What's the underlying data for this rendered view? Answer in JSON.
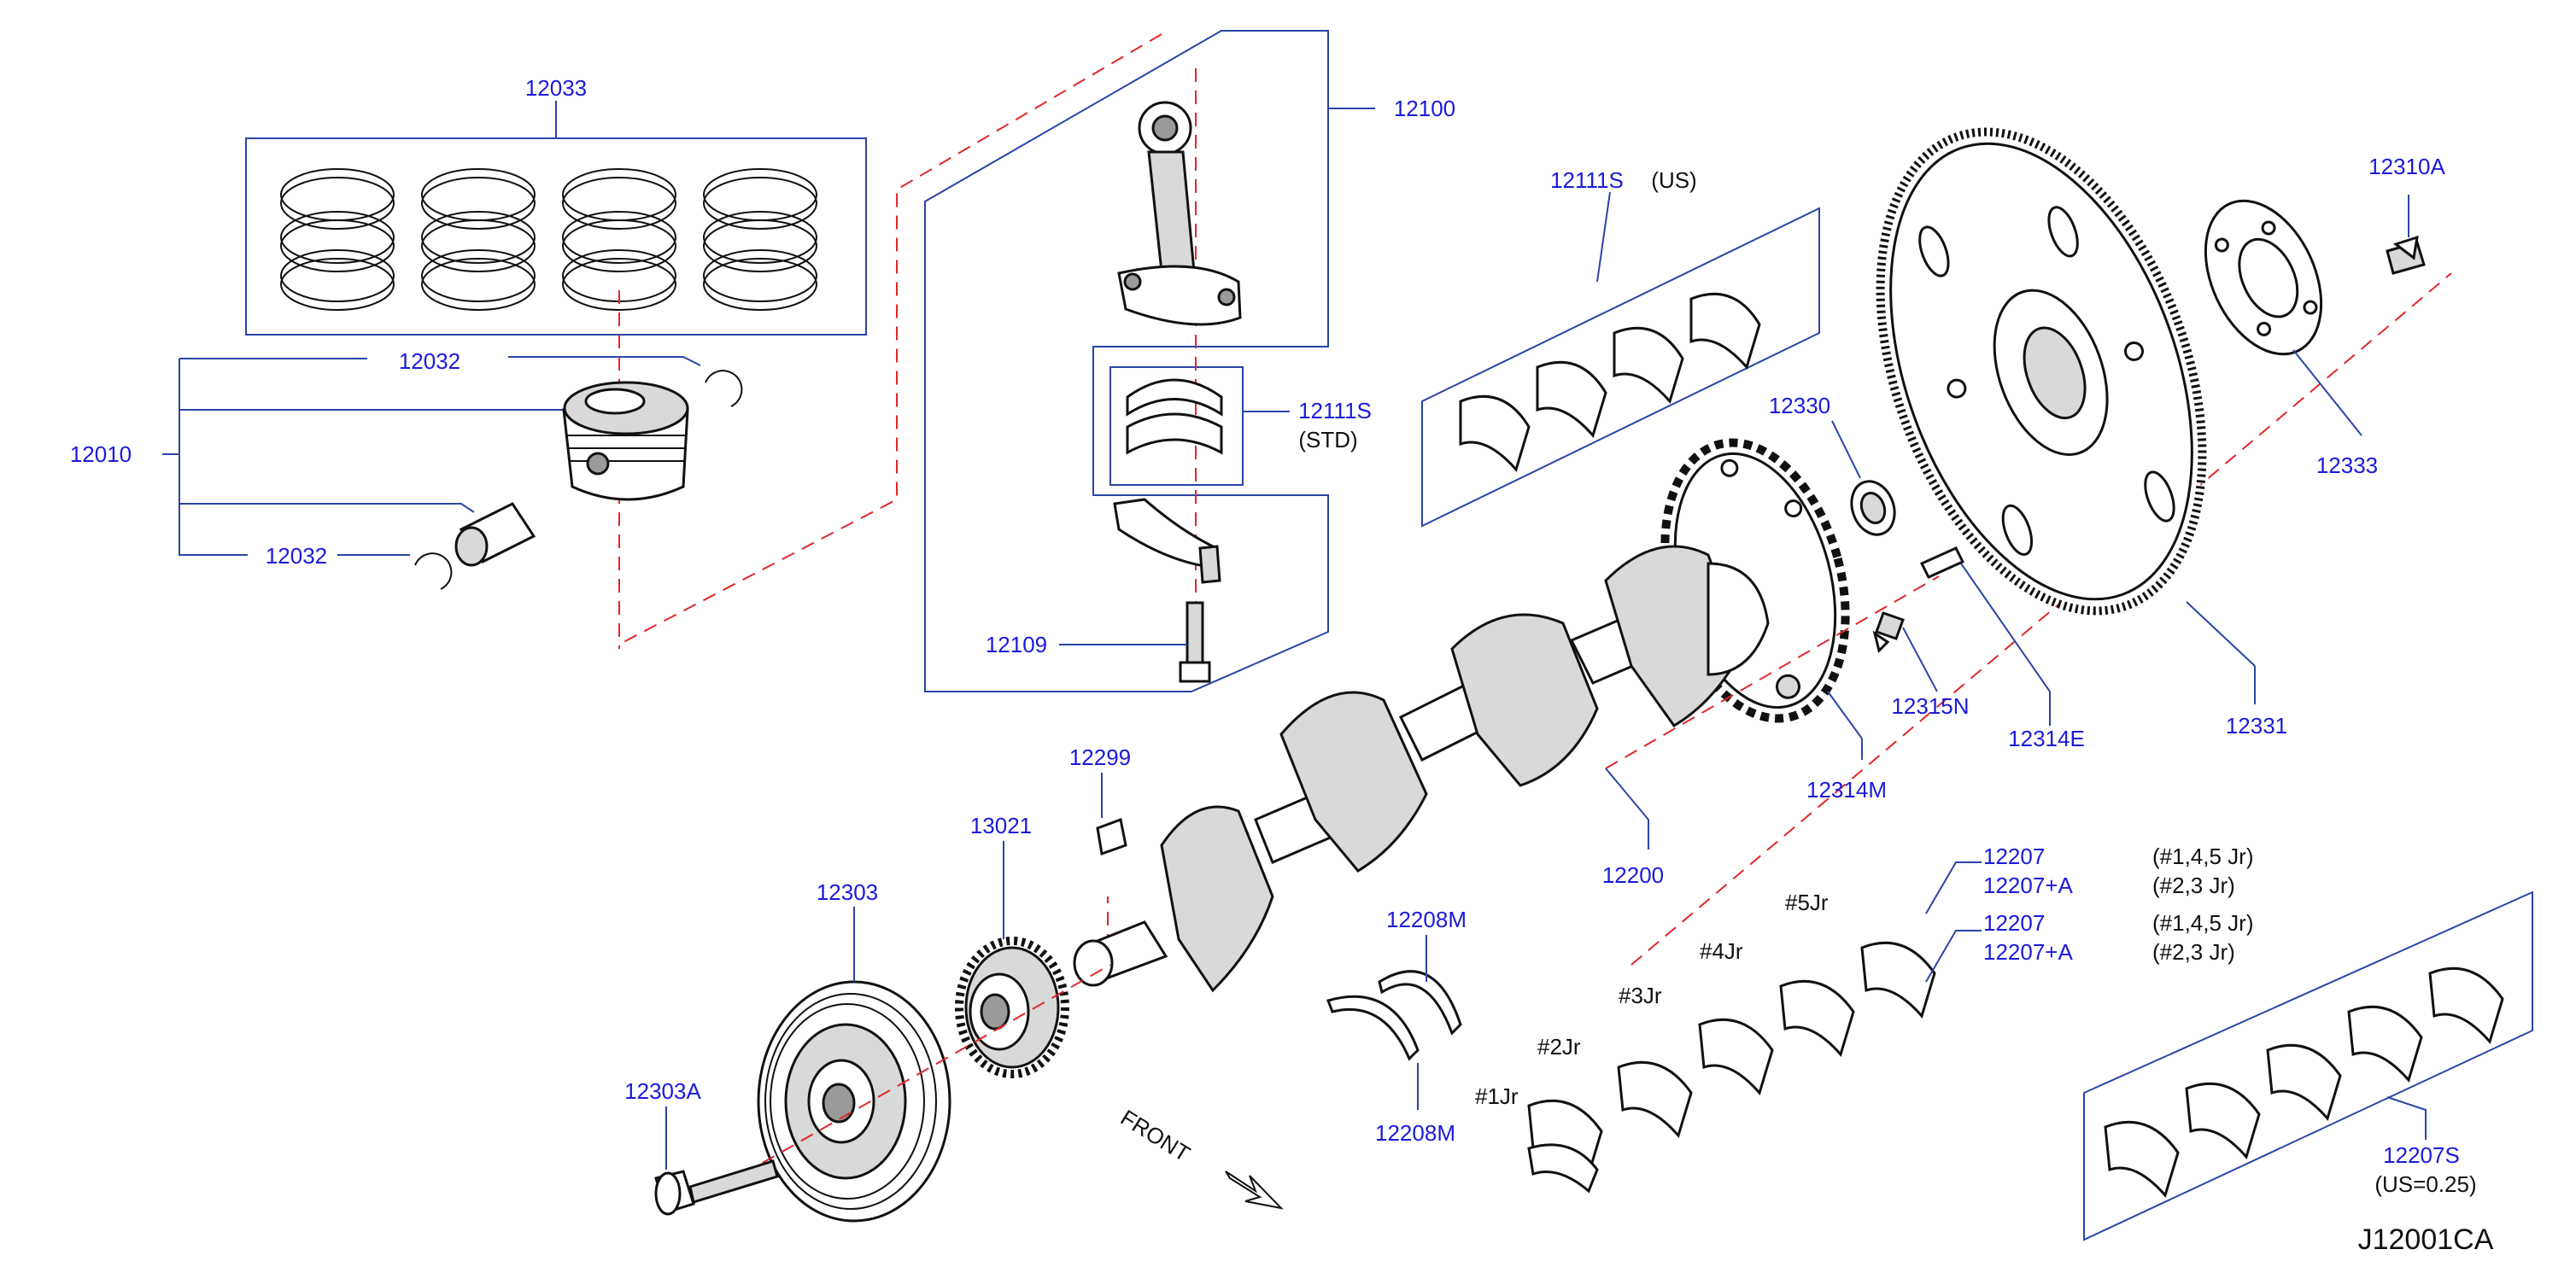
{
  "diagram_code": "J12001CA",
  "front_label": "FRONT",
  "parts": {
    "p12033": "12033",
    "p12100": "12100",
    "p12032_top": "12032",
    "p12032_bottom": "12032",
    "p12010": "12010",
    "p12111S_us": "12111S",
    "us_note": "(US)",
    "p12111S_std": "12111S",
    "std_note": "(STD)",
    "p12109": "12109",
    "p12310A": "12310A",
    "p12330": "12330",
    "p12333": "12333",
    "p12315N": "12315N",
    "p12314E": "12314E",
    "p12331": "12331",
    "p12314M": "12314M",
    "p12299": "12299",
    "p13021": "13021",
    "p12303": "12303",
    "p12200": "12200",
    "p12208M_top": "12208M",
    "p12208M_bottom": "12208M",
    "p12303A": "12303A",
    "p12207_a": "12207",
    "p12207A_a": "12207+A",
    "p12207_b": "12207",
    "p12207A_b": "12207+A",
    "p12207S": "12207S",
    "us025_note": "(US=0.25)"
  },
  "journal_notes": {
    "n1": "(#1,4,5   Jr)",
    "n2": "(#2,3   Jr)",
    "n3": "(#1,4,5   Jr)",
    "n4": "(#2,3   Jr)"
  },
  "journals": {
    "j1": "#1Jr",
    "j2": "#2Jr",
    "j3": "#3Jr",
    "j4": "#4Jr",
    "j5": "#5Jr"
  },
  "colors": {
    "part_number": "#1a1adb",
    "frame": "#2a45a8",
    "centerline": "#e0282a"
  }
}
